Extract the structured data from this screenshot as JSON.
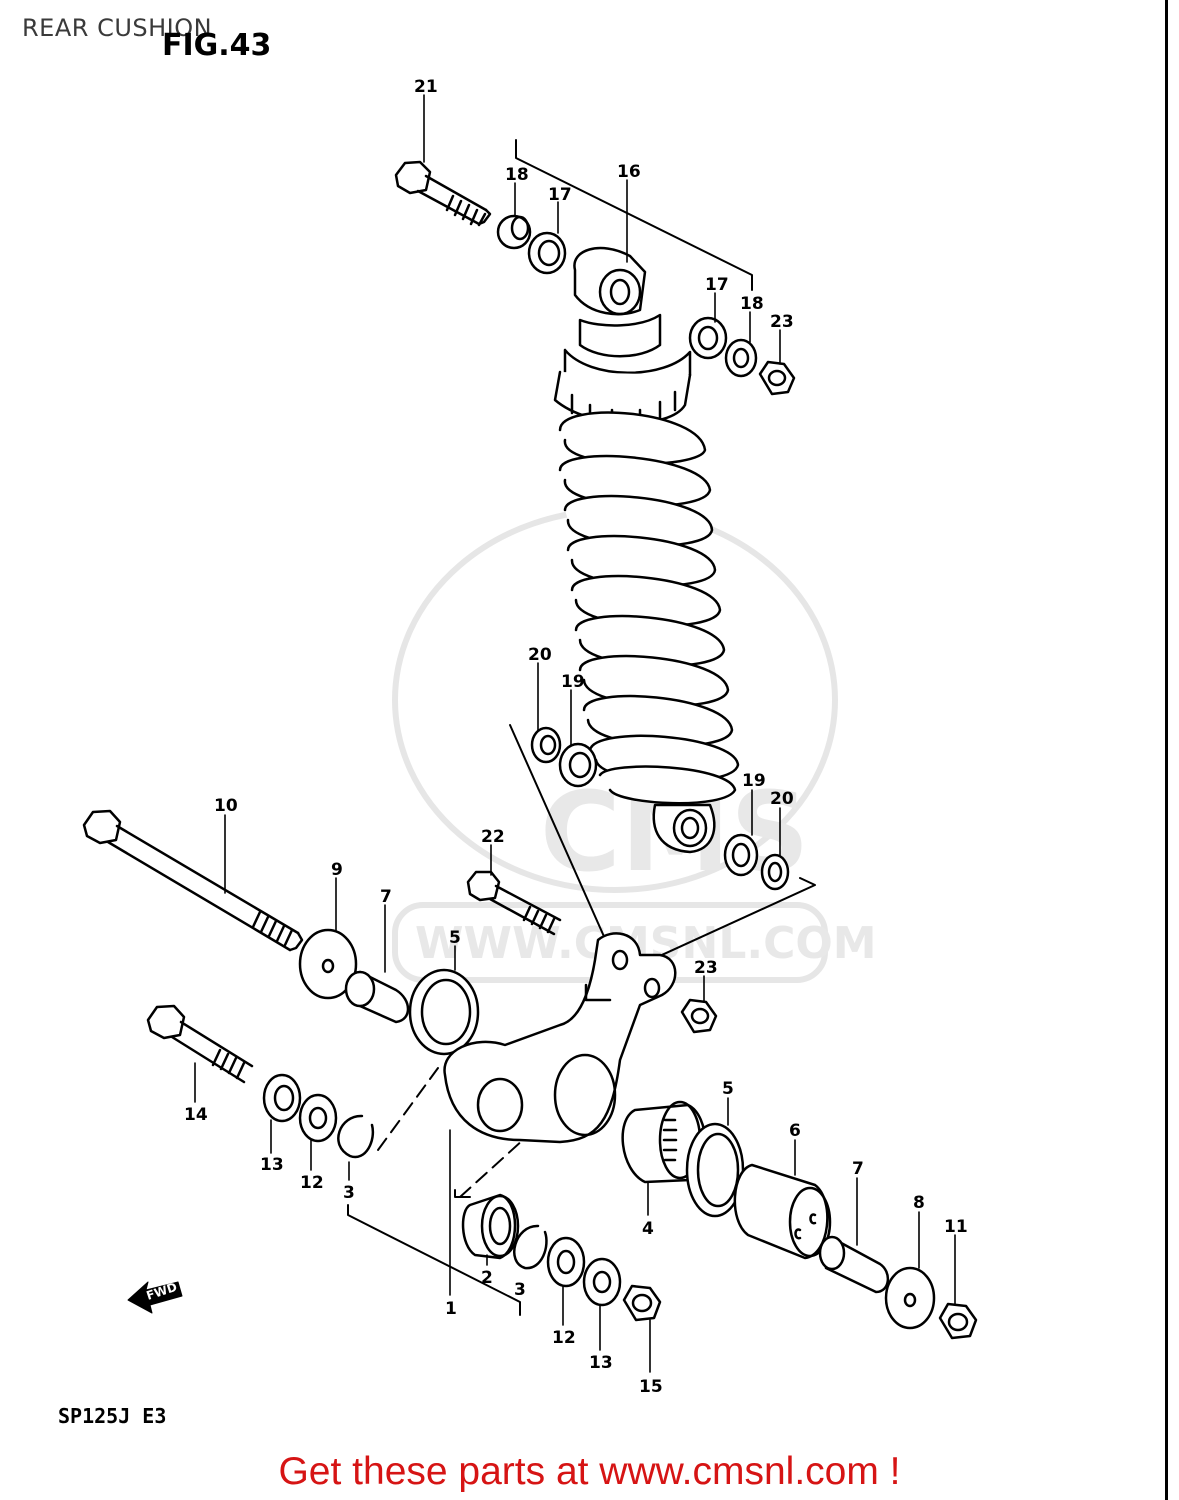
{
  "title": "REAR CUSHION",
  "figure": "FIG.43",
  "model": "SP125J  E3",
  "footer": "Get these parts at www.cmsnl.com !",
  "watermark": {
    "logo": "CMS",
    "url": "WWW.CMSNL.COM"
  },
  "fwd_label": "FWD",
  "colors": {
    "line": "#000000",
    "footer": "#d61414",
    "watermark": "#e8e8e8"
  },
  "callouts": {
    "c21": "21",
    "c18a": "18",
    "c17a": "17",
    "c16": "16",
    "c17b": "17",
    "c18b": "18",
    "c23a": "23",
    "c20a": "20",
    "c19a": "19",
    "c19b": "19",
    "c20b": "20",
    "c10": "10",
    "c22": "22",
    "c9": "9",
    "c7a": "7",
    "c5a": "5",
    "c23b": "23",
    "c14": "14",
    "c13a": "13",
    "c12a": "12",
    "c3a": "3",
    "c5b": "5",
    "c6": "6",
    "c7b": "7",
    "c8": "8",
    "c11": "11",
    "c4": "4",
    "c2": "2",
    "c3b": "3",
    "c1": "1",
    "c12b": "12",
    "c13b": "13",
    "c15": "15"
  }
}
